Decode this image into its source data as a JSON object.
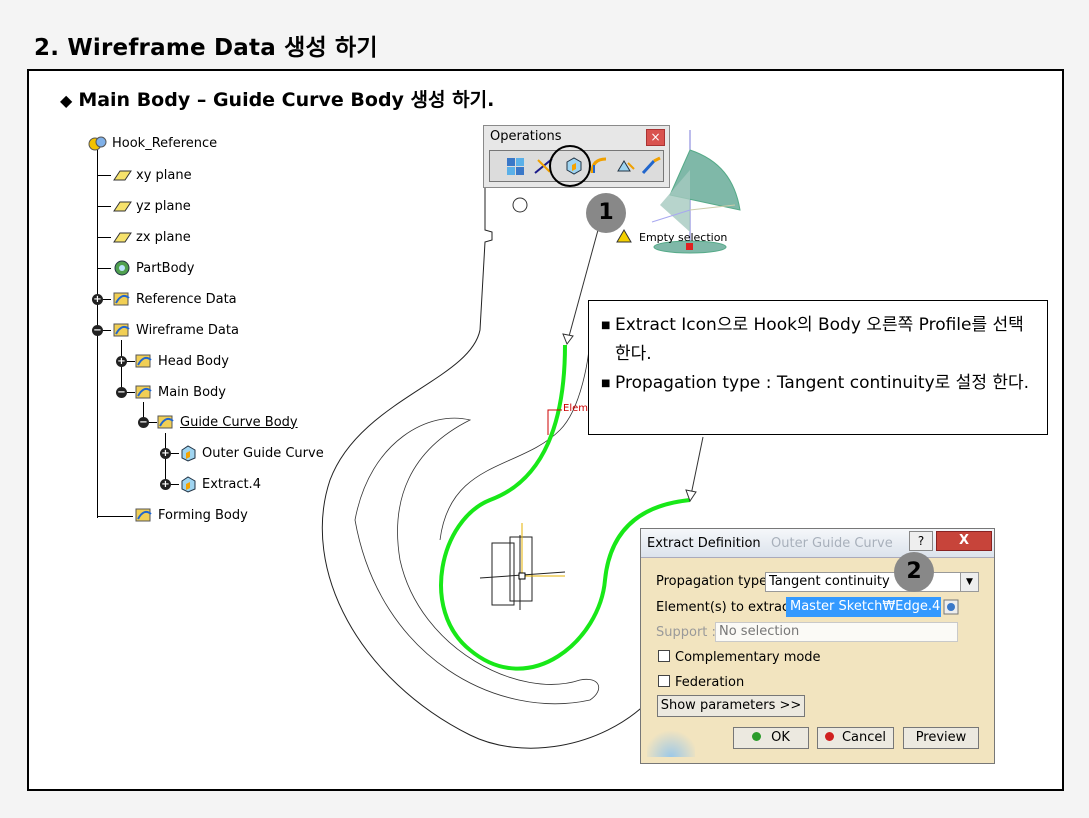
{
  "slide": {
    "title": "2. Wireframe Data 생성 하기",
    "subtitle": "Main Body – Guide Curve Body 생성 하기."
  },
  "tree": {
    "items": [
      {
        "label": "Hook_Reference",
        "icon": "product-icon"
      },
      {
        "label": "xy plane",
        "icon": "plane-icon"
      },
      {
        "label": "yz plane",
        "icon": "plane-icon"
      },
      {
        "label": "zx plane",
        "icon": "plane-icon"
      },
      {
        "label": "PartBody",
        "icon": "partbody-icon"
      },
      {
        "label": "Reference Data",
        "icon": "geometrical-set-icon"
      },
      {
        "label": "Wireframe Data",
        "icon": "geometrical-set-icon"
      },
      {
        "label": "Head Body",
        "icon": "geometrical-set-icon"
      },
      {
        "label": "Main Body",
        "icon": "geometrical-set-icon"
      },
      {
        "label": "Guide Curve Body",
        "icon": "geometrical-set-icon"
      },
      {
        "label": "Outer Guide Curve",
        "icon": "extract-icon"
      },
      {
        "label": "Extract.4",
        "icon": "extract-icon"
      },
      {
        "label": "Forming Body",
        "icon": "geometrical-set-icon"
      }
    ]
  },
  "operations": {
    "title": "Operations",
    "empty_selection": "Empty selection"
  },
  "callouts": {
    "one": "1",
    "two": "2"
  },
  "canvas": {
    "element_label": "Eleme"
  },
  "note": {
    "bullets": [
      "Extract Icon으로 Hook의 Body 오른쪽 Profile를 선택한다.",
      "Propagation type : Tangent continuity로 설정 한다."
    ]
  },
  "dialog": {
    "title": "Extract Definition",
    "ghost_title": "Outer Guide Curve",
    "help": "?",
    "close": "X",
    "propagation_label": "Propagation type:",
    "propagation_value": "Tangent continuity",
    "elements_label": "Element(s) to extract:",
    "elements_value": "Master Sketch₩Edge.4",
    "support_label": "Support :",
    "support_value": "No selection",
    "complementary": "Complementary mode",
    "federation": "Federation",
    "show_params": "Show parameters >>",
    "ok": "OK",
    "cancel": "Cancel",
    "preview": "Preview"
  },
  "colors": {
    "curve_green": "#18e818",
    "dialog_bg": "#f2e4bf",
    "highlight": "#3399ff"
  }
}
